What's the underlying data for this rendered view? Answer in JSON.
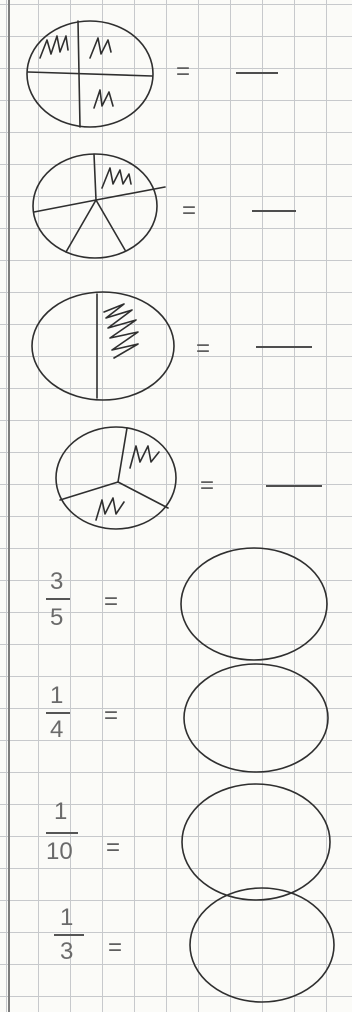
{
  "worksheet": {
    "equals_sign": "=",
    "shaded_circle_rows": [
      {
        "parts": 4,
        "shaded": 3,
        "blank_after": "—"
      },
      {
        "parts": 5,
        "shaded": 1,
        "blank_after": "—"
      },
      {
        "parts": 2,
        "shaded": 1,
        "blank_after": "—"
      },
      {
        "parts": 3,
        "shaded": 2,
        "blank_after": "—"
      }
    ],
    "fraction_rows": [
      {
        "numerator": "3",
        "denominator": "5"
      },
      {
        "numerator": "1",
        "denominator": "4"
      },
      {
        "numerator": "1",
        "denominator": "10"
      },
      {
        "numerator": "1",
        "denominator": "3"
      }
    ]
  }
}
